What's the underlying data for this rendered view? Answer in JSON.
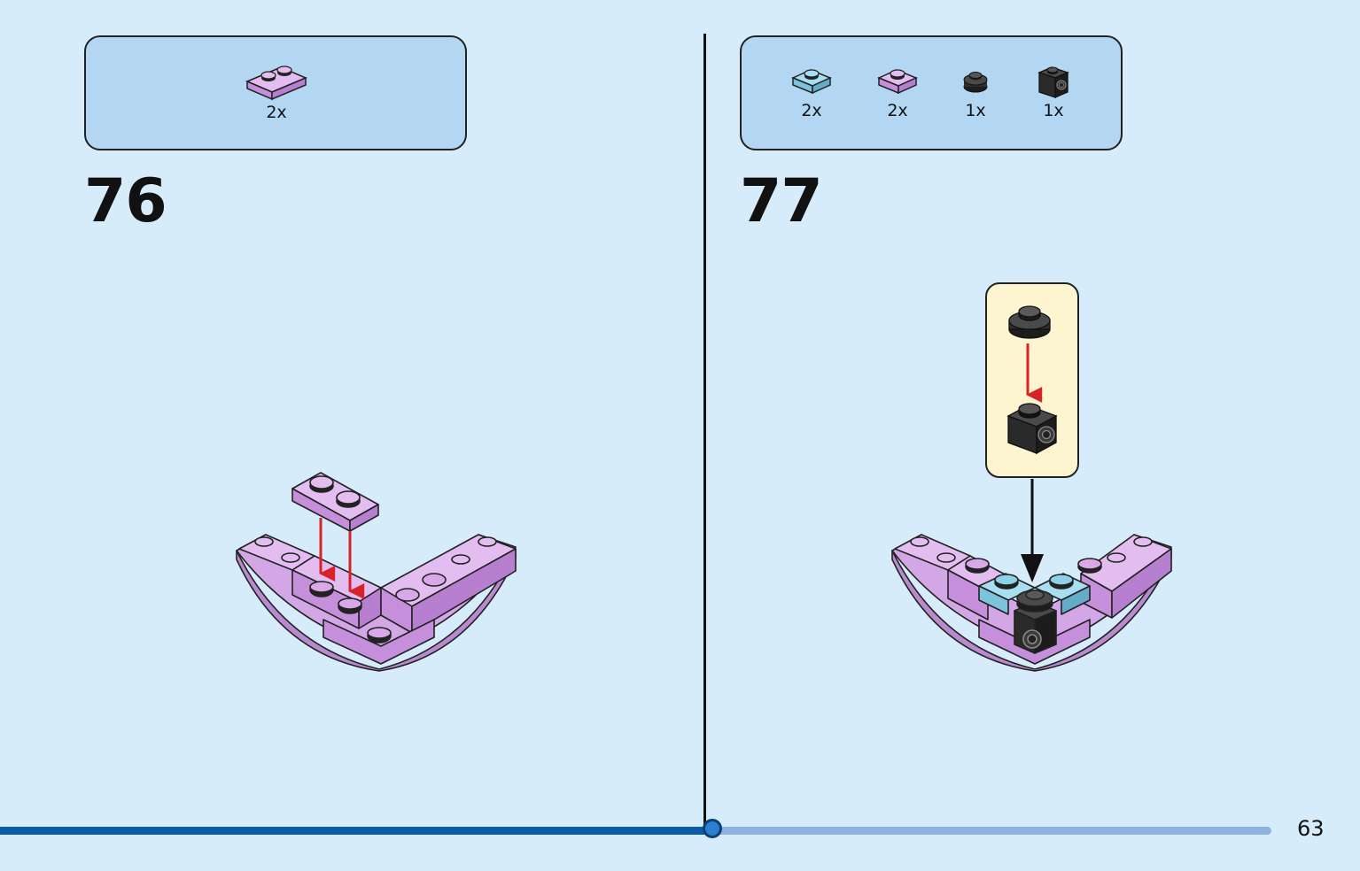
{
  "page_number": "63",
  "progress": 0.56,
  "steps": [
    {
      "number": "76",
      "parts": [
        {
          "icon": "lavender-plate-1x2-icon",
          "color": "#d9a8e8",
          "quantity": "2x"
        }
      ]
    },
    {
      "number": "77",
      "parts": [
        {
          "icon": "light-blue-plate-1x1-icon",
          "color": "#8ed0e6",
          "quantity": "2x"
        },
        {
          "icon": "lavender-plate-1x1-icon",
          "color": "#d9a8e8",
          "quantity": "2x"
        },
        {
          "icon": "black-round-plate-icon",
          "color": "#2a2a2a",
          "quantity": "1x"
        },
        {
          "icon": "black-brick-stud-side-icon",
          "color": "#2a2a2a",
          "quantity": "1x"
        }
      ]
    }
  ],
  "colors": {
    "background": "#d6ecfb",
    "parts_box": "#b3d7f3",
    "callout": "#fdf5cf",
    "lavender": "#d9a8e8",
    "light_blue": "#8ed0e6",
    "arrow_red": "#d8222a",
    "progress_fill": "#0b5ca8",
    "progress_track": "#8fb1e0"
  }
}
